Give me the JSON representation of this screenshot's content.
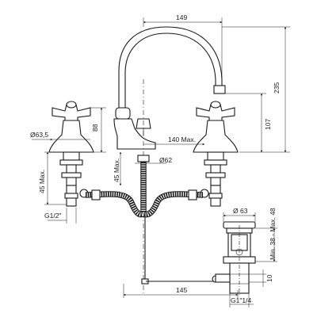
{
  "labels": {
    "spout_width": "149",
    "total_height": "235",
    "handle_height": "107",
    "left_handle_height": "88",
    "handle_diameter": "Ø63,5",
    "spread": "140 Max.",
    "deck_thickness": "45 Max.",
    "spout_base_diameter": "Ø62",
    "left_thickness": "45 Max.",
    "left_thread": "G1/2\"",
    "drain_diameter": "Ø 63",
    "drain_range": "Min. 38 - Max. 48",
    "drain_offset": "10",
    "rod_length": "145",
    "drain_thread": "G1\"1/4"
  }
}
